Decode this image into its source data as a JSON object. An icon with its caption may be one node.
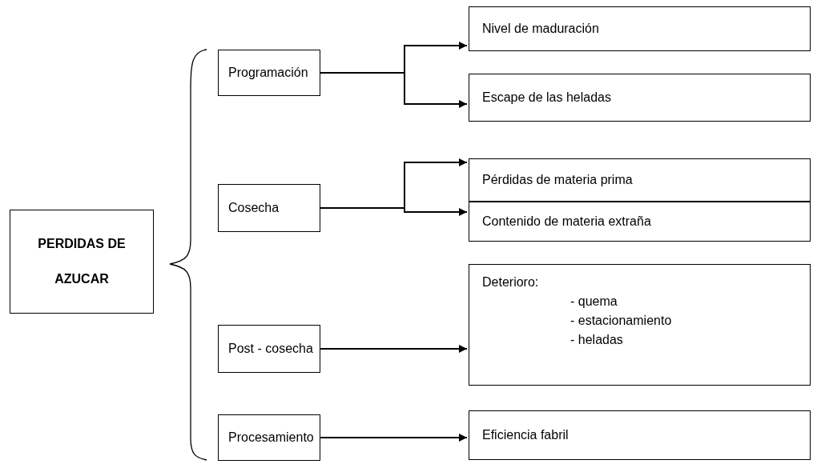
{
  "diagram": {
    "nodes": [
      {
        "text": [
          "PERDIDAS DE AZUCAR"
        ]
      },
      {
        "text": [
          "Programación"
        ]
      },
      {
        "text": [
          "Cosecha"
        ]
      },
      {
        "text": [
          "Post - cosecha"
        ]
      },
      {
        "text": [
          "Procesamiento"
        ]
      },
      {
        "text": [
          "Nivel de maduración"
        ]
      },
      {
        "text": [
          "Escape de las heladas"
        ]
      },
      {
        "text": [
          "Pérdidas de materia prima"
        ]
      },
      {
        "text": [
          "Contenido de materia extraña"
        ]
      },
      {
        "text": [
          "Deterioro:",
          "- quema",
          "- estacionamiento",
          "- heladas"
        ]
      },
      {
        "text": [
          "Eficiencia fabril"
        ]
      }
    ],
    "edges": [
      {
        "from": 1,
        "to": 5,
        "arrow": "to"
      },
      {
        "from": 1,
        "to": 6,
        "arrow": "to"
      },
      {
        "from": 2,
        "to": 7,
        "arrow": "to"
      },
      {
        "from": 2,
        "to": 8,
        "arrow": "to"
      },
      {
        "from": 3,
        "to": 9,
        "arrow": "to"
      },
      {
        "from": 4,
        "to": 10,
        "arrow": "to"
      }
    ]
  }
}
